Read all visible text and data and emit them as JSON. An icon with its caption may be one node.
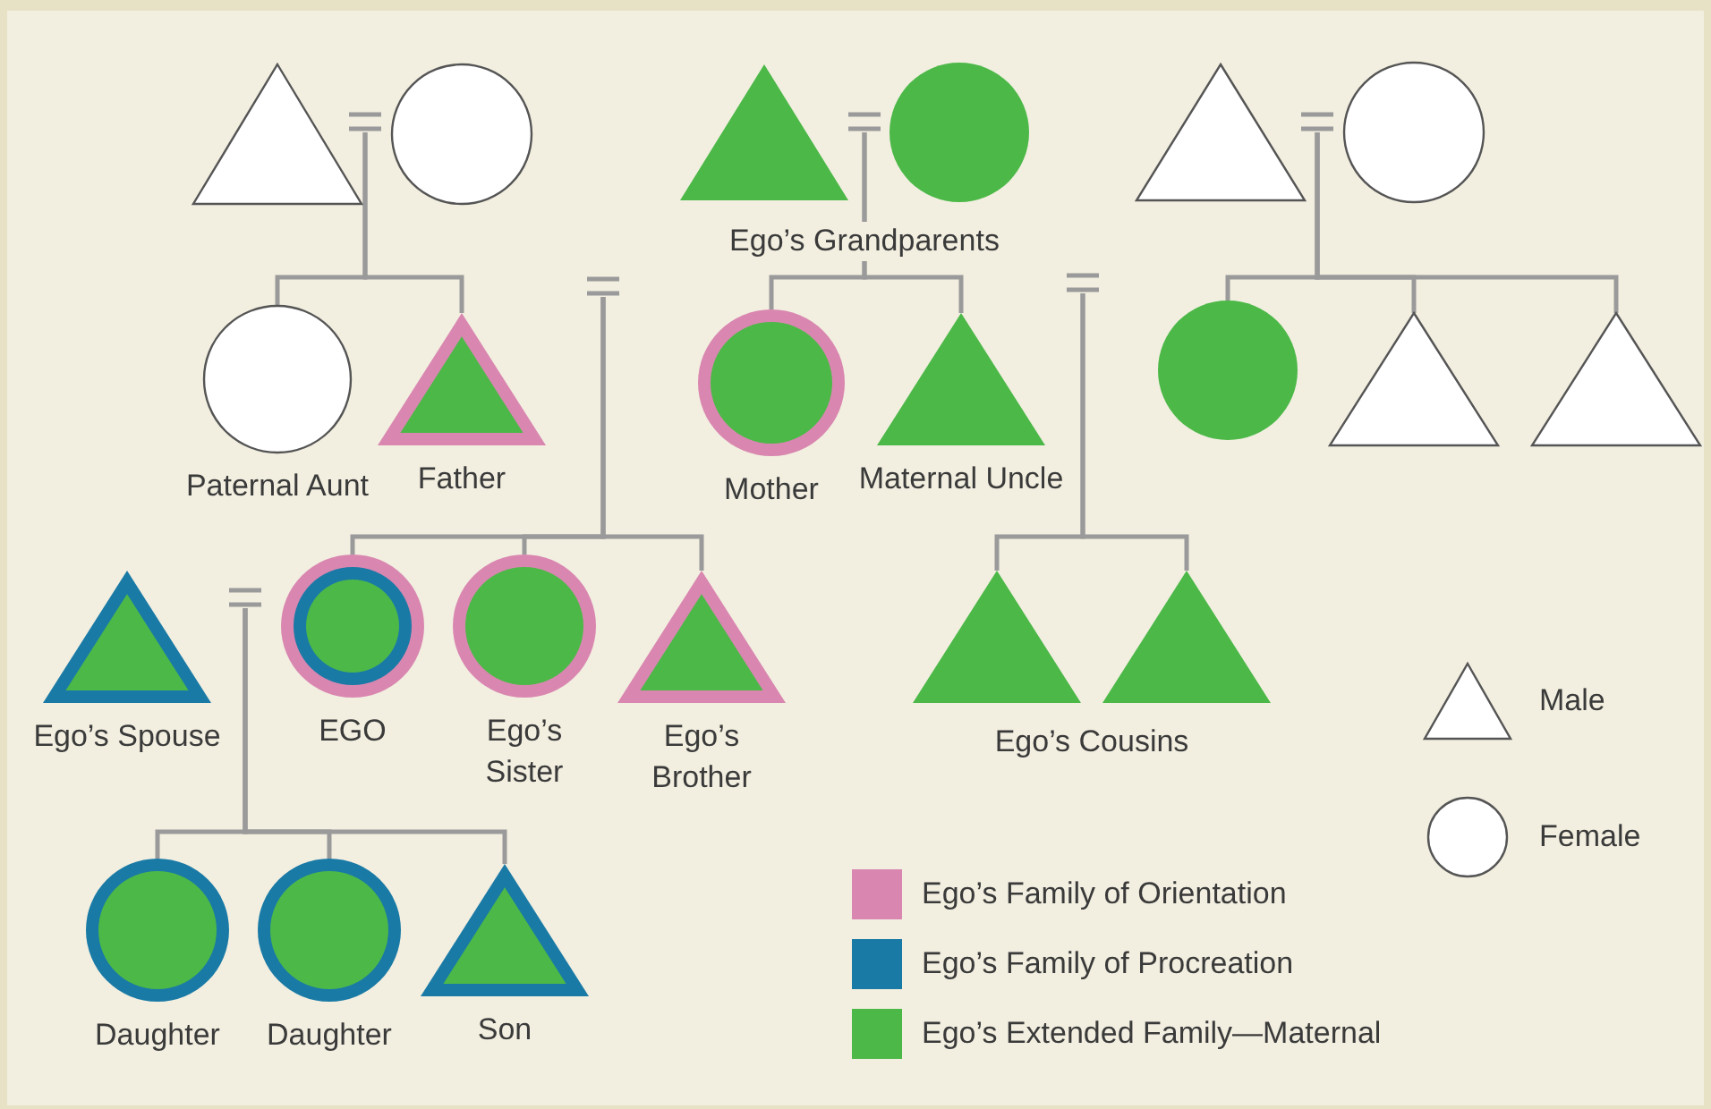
{
  "diagram": {
    "nodes": [
      {
        "text": [],
        "shape": "triangle"
      },
      {
        "text": [],
        "shape": "bar"
      },
      {
        "text": [],
        "shape": "circle"
      },
      {
        "text": [],
        "shape": "triangle"
      },
      {
        "text": [],
        "shape": "bar"
      },
      {
        "text": [],
        "shape": "circle"
      },
      {
        "text": [],
        "shape": "triangle"
      },
      {
        "text": [],
        "shape": "bar"
      },
      {
        "text": [],
        "shape": "circle"
      },
      {
        "text": [
          "Paternal Aunt"
        ]
      },
      {
        "text": [
          "Father"
        ]
      },
      {
        "text": [],
        "shape": "bar"
      },
      {
        "text": [
          "Mother"
        ]
      },
      {
        "text": [
          "Maternal Uncle"
        ]
      },
      {
        "text": [],
        "shape": "bar"
      },
      {
        "text": [],
        "shape": "circle"
      },
      {
        "text": [],
        "shape": "triangle"
      },
      {
        "text": [],
        "shape": "triangle"
      },
      {
        "text": [
          "Ego’s Spouse"
        ]
      },
      {
        "text": [],
        "shape": "bar"
      },
      {
        "text": [
          "EGO"
        ]
      },
      {
        "text": [
          "Ego’s Sister"
        ]
      },
      {
        "text": [
          "Ego’s Brother"
        ]
      },
      {
        "text": [],
        "shape": "triangle"
      },
      {
        "text": [],
        "shape": "triangle"
      },
      {
        "text": [
          "Daughter"
        ]
      },
      {
        "text": [
          "Daughter"
        ]
      },
      {
        "text": [
          "Son"
        ]
      }
    ],
    "edges": [
      {
        "from": 1,
        "to": 9,
        "arrow": "none"
      },
      {
        "from": 1,
        "to": 10,
        "arrow": "none"
      },
      {
        "from": 4,
        "to": 12,
        "arrow": "none"
      },
      {
        "from": 4,
        "to": 13,
        "arrow": "none"
      },
      {
        "from": 7,
        "to": 15,
        "arrow": "none"
      },
      {
        "from": 7,
        "to": 16,
        "arrow": "none"
      },
      {
        "from": 7,
        "to": 17,
        "arrow": "none"
      },
      {
        "from": 11,
        "to": 20,
        "arrow": "none"
      },
      {
        "from": 11,
        "to": 21,
        "arrow": "none"
      },
      {
        "from": 11,
        "to": 22,
        "arrow": "none"
      },
      {
        "from": 14,
        "to": 23,
        "arrow": "none"
      },
      {
        "from": 14,
        "to": 24,
        "arrow": "none"
      },
      {
        "from": 19,
        "to": 25,
        "arrow": "none"
      },
      {
        "from": 19,
        "to": 26,
        "arrow": "none"
      },
      {
        "from": 19,
        "to": 27,
        "arrow": "none"
      }
    ],
    "labels": [
      "Ego’s Grandparents",
      "Ego’s Cousins"
    ],
    "legend": [
      {
        "text": "Male"
      },
      {
        "text": "Female"
      },
      {
        "text": "Ego’s Family of Orientation",
        "color": "#d987b0"
      },
      {
        "text": "Ego’s Family of Procreation",
        "color": "#1a7aa6"
      },
      {
        "text": "Ego’s Extended Family—Maternal",
        "color": "#4cb848"
      }
    ]
  }
}
